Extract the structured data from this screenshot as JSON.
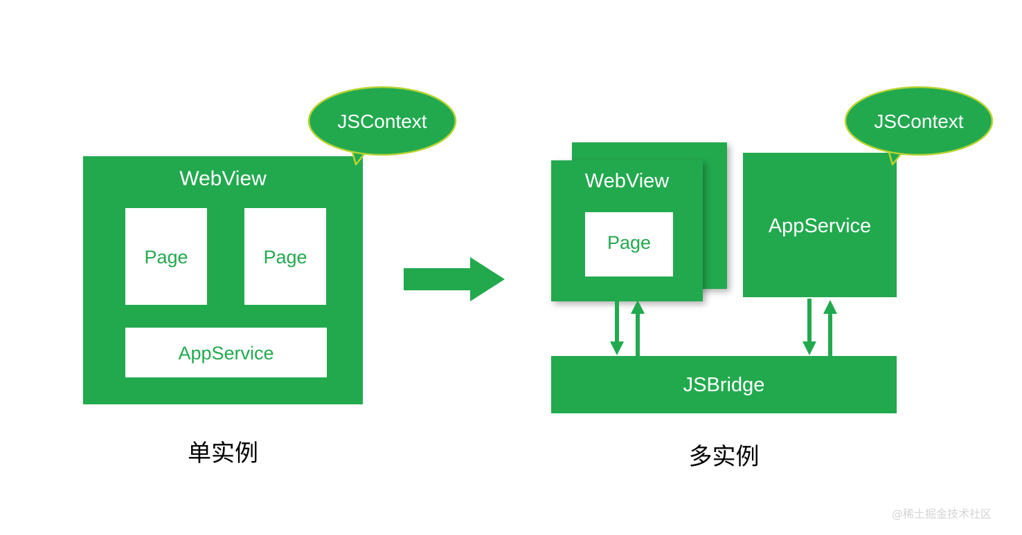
{
  "diagram": {
    "title": "WebView / AppService architecture comparison",
    "accent_green": "#22a94e",
    "bubble_border": "#b8d432",
    "text_white": "#ffffff",
    "text_black": "#000000",
    "watermark_color": "#d4d4d4"
  },
  "left": {
    "caption": "单实例",
    "bubble_label": "JSContext",
    "webview_label": "WebView",
    "page_label_1": "Page",
    "page_label_2": "Page",
    "appservice_label": "AppService"
  },
  "middle": {
    "arrow_name": "right-arrow"
  },
  "right": {
    "caption": "多实例",
    "bubble_label": "JSContext",
    "webview_label": "WebView",
    "page_label": "Page",
    "appservice_label": "AppService",
    "jsbridge_label": "JSBridge",
    "arrows": [
      {
        "name": "webview-down-arrow",
        "direction": "down"
      },
      {
        "name": "webview-up-arrow",
        "direction": "up"
      },
      {
        "name": "appservice-down-arrow",
        "direction": "down"
      },
      {
        "name": "appservice-up-arrow",
        "direction": "up"
      }
    ]
  },
  "footer": {
    "watermark": "@稀土掘金技术社区"
  }
}
